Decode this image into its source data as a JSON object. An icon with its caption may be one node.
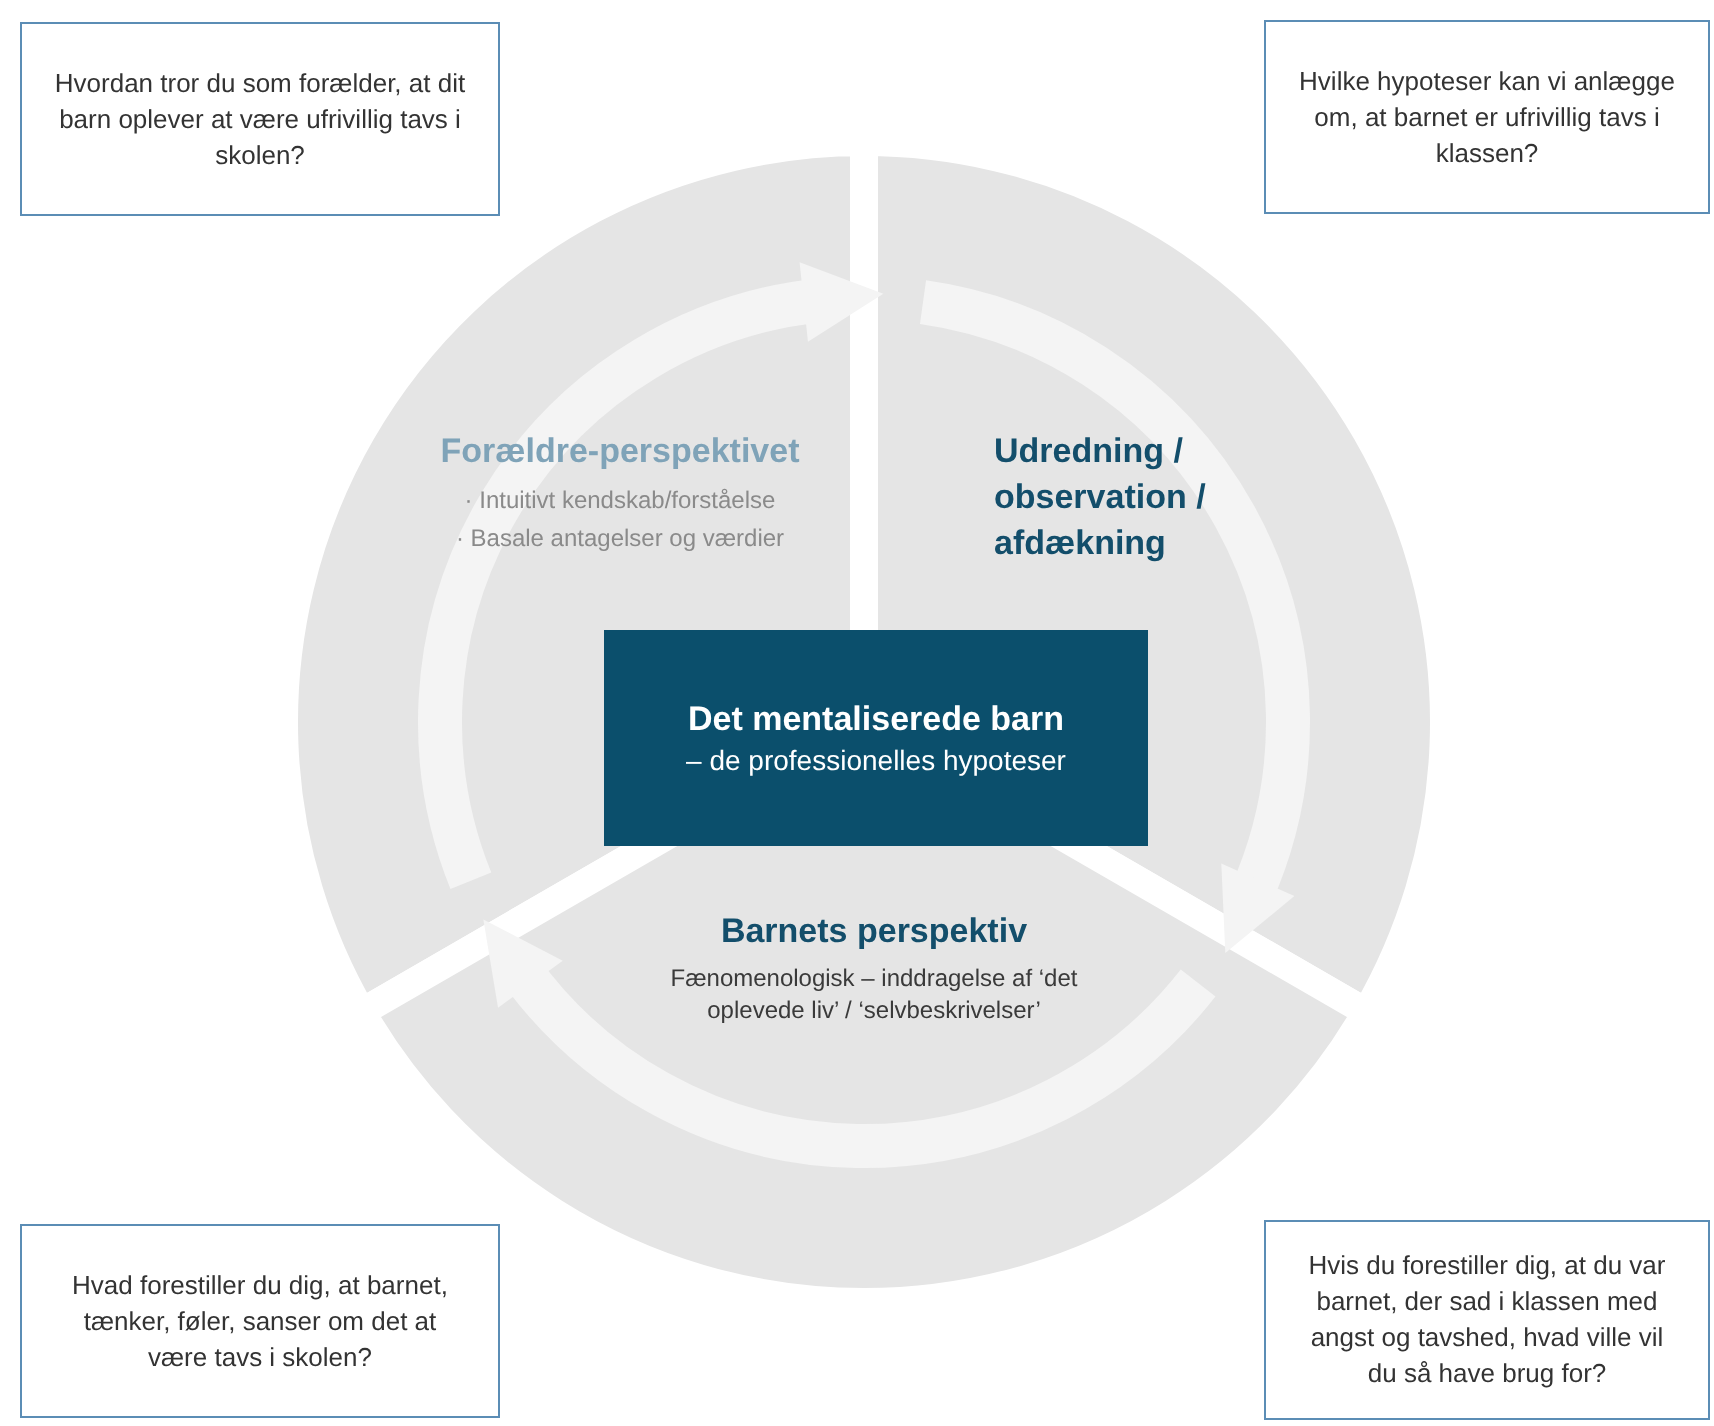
{
  "diagram": {
    "nodes": [
      {
        "text": [
          "Hvordan tror du som forælder, at dit barn oplever at være ufrivillig tavs i skolen?"
        ]
      },
      {
        "text": [
          "Hvilke hypoteser kan vi anlægge om, at barnet er ufrivillig tavs i klassen?"
        ]
      },
      {
        "text": [
          "Forældre-perspektivet",
          "· Intuitivt kendskab/forståelse",
          "· Basale antagelser og værdier"
        ]
      },
      {
        "text": [
          "Udredning / observation / afdækning"
        ]
      },
      {
        "text": [
          "Det mentaliserede barn",
          "– de professionelles hypoteser"
        ]
      },
      {
        "text": [
          "Barnets perspektiv",
          "Fænomenologisk – inddragelse af ‘det oplevede liv’ / ‘selvbeskrivelser’"
        ]
      },
      {
        "text": [
          "Hvad forestiller du dig, at barnet, tænker, føler, sanser om det at være tavs i skolen?"
        ]
      },
      {
        "text": [
          "Hvis du forestiller dig, at du var barnet, der sad i klassen med angst og tavshed, hvad ville vil du så have brug for?"
        ]
      }
    ],
    "edges": [
      {
        "from": 2,
        "to": 3,
        "arrow": "to"
      },
      {
        "from": 3,
        "to": 5,
        "arrow": "to"
      },
      {
        "from": 5,
        "to": 2,
        "arrow": "to"
      }
    ]
  }
}
